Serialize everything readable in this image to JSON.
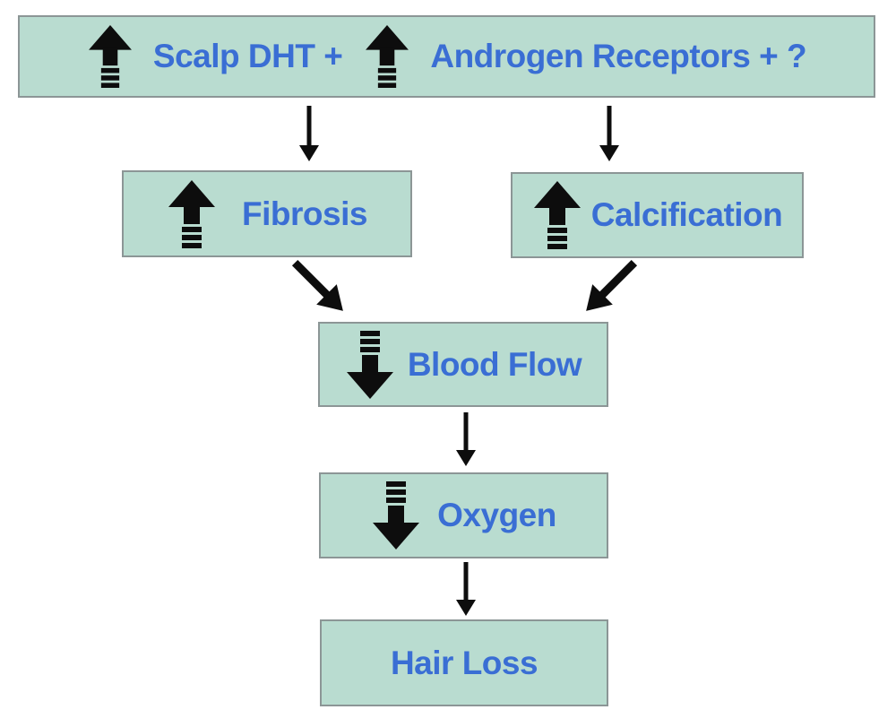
{
  "colors": {
    "background": "#ffffff",
    "box_fill": "#b9dcd0",
    "box_border": "#8c9696",
    "text_blue": "#3a6ed4",
    "arrow_black": "#0d0d0d"
  },
  "diagram": {
    "nodes": {
      "scalp_dht": {
        "label": "Scalp DHT +",
        "trend": "increase"
      },
      "androgen_receptors": {
        "label": "Androgen Receptors + ?",
        "trend": "increase"
      },
      "fibrosis": {
        "label": "Fibrosis",
        "trend": "increase"
      },
      "calcification": {
        "label": "Calcification",
        "trend": "increase"
      },
      "blood_flow": {
        "label": "Blood Flow",
        "trend": "decrease"
      },
      "oxygen": {
        "label": "Oxygen",
        "trend": "decrease"
      },
      "hair_loss": {
        "label": "Hair Loss",
        "trend": "none"
      }
    },
    "edges": [
      {
        "from": "scalp_dht_androgen_receptors",
        "to": "fibrosis"
      },
      {
        "from": "scalp_dht_androgen_receptors",
        "to": "calcification"
      },
      {
        "from": "fibrosis",
        "to": "blood_flow"
      },
      {
        "from": "calcification",
        "to": "blood_flow"
      },
      {
        "from": "blood_flow",
        "to": "oxygen"
      },
      {
        "from": "oxygen",
        "to": "hair_loss"
      }
    ]
  }
}
